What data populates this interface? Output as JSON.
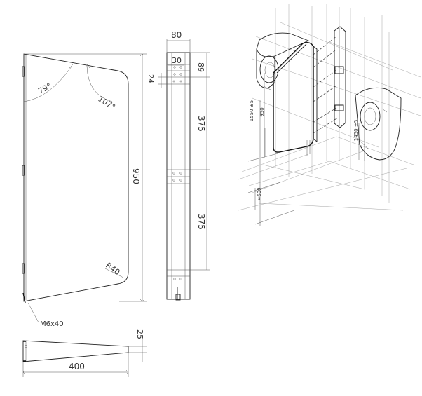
{
  "dimensions": {
    "front_height": "950",
    "angle_top_left": "79°",
    "angle_top_right": "107°",
    "corner_radius": "R40",
    "screw": "M6x40",
    "bottom_length": "400",
    "bottom_thickness": "25",
    "side_width": "80",
    "side_inner_width": "30",
    "side_top_offset": "89",
    "side_hole_offset": "24",
    "side_spacing_upper": "375",
    "side_spacing_lower": "375"
  },
  "iso_labels": {
    "mount_height": "1550 ±5",
    "panel_height": "950",
    "urinal_height": "1450 ±5",
    "floor_offset": "≈600"
  }
}
